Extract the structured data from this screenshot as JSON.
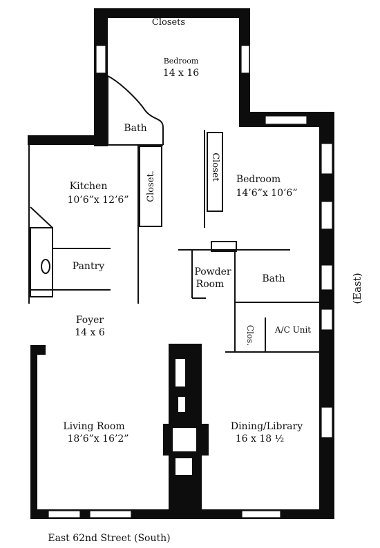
{
  "plan": {
    "colors": {
      "wall": "#0d0d0d",
      "line": "#111111",
      "background": "#ffffff"
    },
    "rooms": {
      "closets_top": "Closets",
      "bedroom1": {
        "name": "Bedroom",
        "size": "14 x 16"
      },
      "bath1": "Bath",
      "kitchen": {
        "name": "Kitchen",
        "size": "10’6”x 12’6”"
      },
      "kitchen_closet": "Closet.",
      "bedroom2_closet": "Closet",
      "bedroom2": {
        "name": "Bedroom",
        "size": "14’6”x 10’6”"
      },
      "pantry": "Pantry",
      "powder_room": {
        "line1": "Powder",
        "line2": "Room"
      },
      "bath2": "Bath",
      "foyer": {
        "name": "Foyer",
        "size": "14 x 6"
      },
      "clos": "Clos.",
      "ac_unit": "A/C Unit",
      "living_room": {
        "name": "Living Room",
        "size": "18’6”x 16’2”"
      },
      "dining_library": {
        "name": "Dining/Library",
        "size": "16 x 18 ½"
      }
    },
    "orientation": {
      "east": "(East)",
      "south": "East 62nd Street (South)"
    }
  }
}
